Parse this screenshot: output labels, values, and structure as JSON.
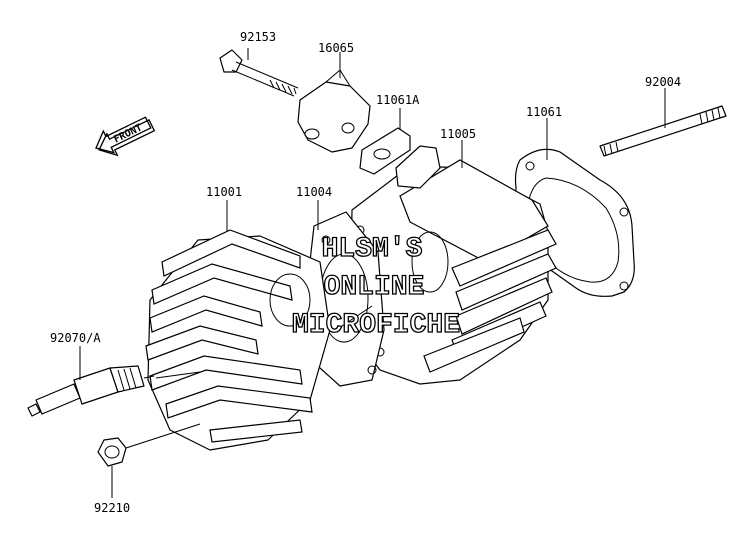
{
  "labels": {
    "p92153": "92153",
    "p16065": "16065",
    "p11061a": "11061A",
    "p11005": "11005",
    "p11061": "11061",
    "p92004": "92004",
    "p11001": "11001",
    "p11004": "11004",
    "p92070a": "92070/A",
    "p92210": "92210"
  },
  "front_arrow": {
    "text": "FRONT",
    "icon": "front-arrow-icon"
  },
  "watermark": {
    "line1": "HLSM'S",
    "line2": "ONLINE",
    "line3": "MICROFICHE"
  }
}
